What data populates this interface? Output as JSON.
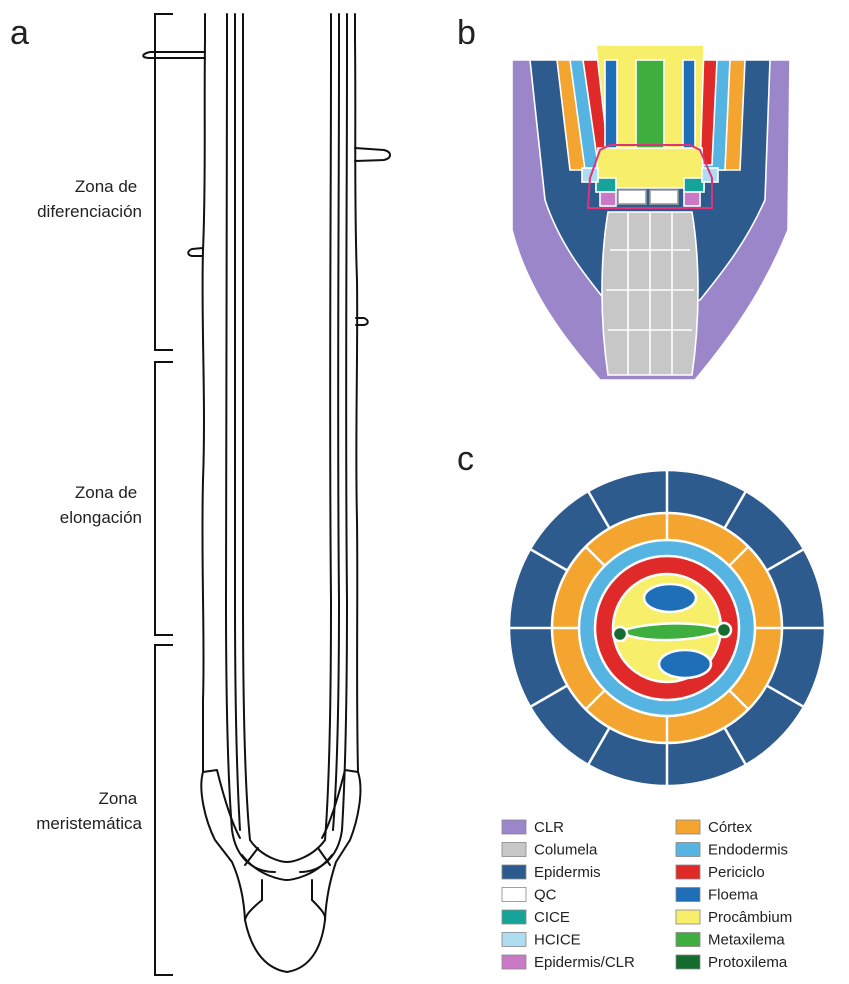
{
  "panels": {
    "a": "a",
    "b": "b",
    "c": "c"
  },
  "zones": {
    "diferenciacion": [
      "Zona de",
      "diferenciación"
    ],
    "elongacion": [
      "Zona de",
      "elongación"
    ],
    "meristematica": [
      "Zona",
      "meristemática"
    ]
  },
  "legend": {
    "left": [
      {
        "label": "CLR",
        "color": "#9B86C9"
      },
      {
        "label": "Columela",
        "color": "#C7C7C7"
      },
      {
        "label": "Epidermis",
        "color": "#2E5B8E"
      },
      {
        "label": "QC",
        "color": "#FFFFFF"
      },
      {
        "label": "CICE",
        "color": "#16A39A"
      },
      {
        "label": "HCICE",
        "color": "#AEDDF2"
      },
      {
        "label": "Epidermis/CLR",
        "color": "#C979C6"
      }
    ],
    "right": [
      {
        "label": "Córtex",
        "color": "#F4A52F"
      },
      {
        "label": "Endodermis",
        "color": "#56B4E3"
      },
      {
        "label": "Periciclo",
        "color": "#E02A2A"
      },
      {
        "label": "Floema",
        "color": "#1E6FB8"
      },
      {
        "label": "Procâmbium",
        "color": "#F7EE6A"
      },
      {
        "label": "Metaxilema",
        "color": "#3EAF3E"
      },
      {
        "label": "Protoxilema",
        "color": "#166B2E"
      }
    ]
  }
}
